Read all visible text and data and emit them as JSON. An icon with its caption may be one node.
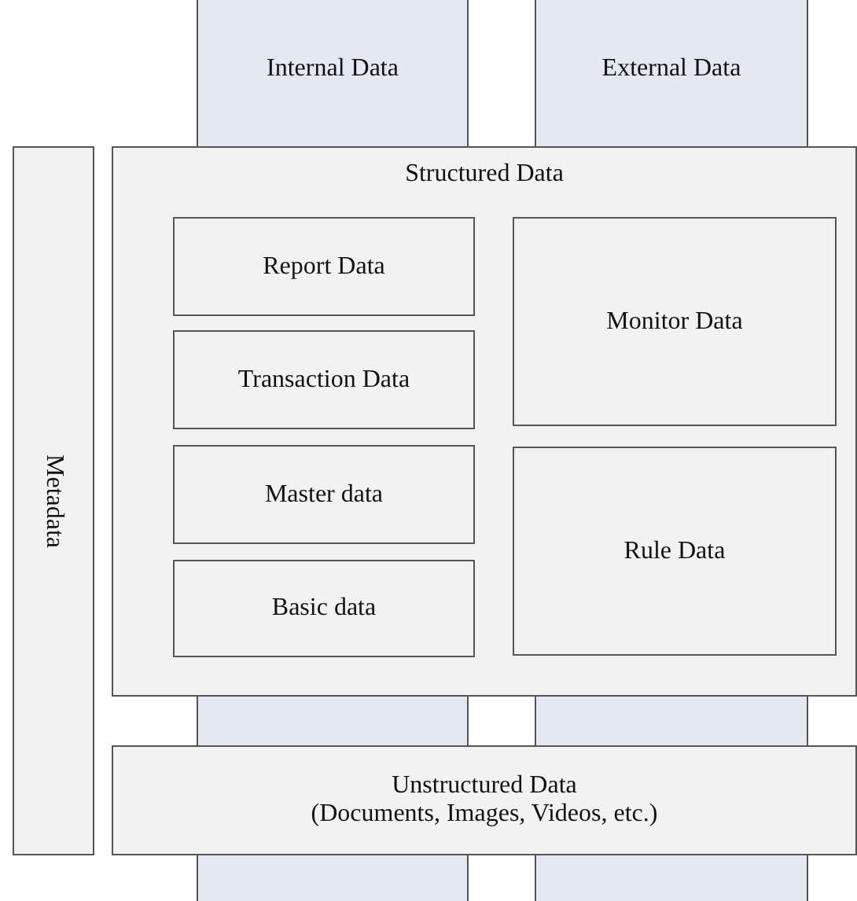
{
  "diagram": {
    "nodes": [
      {
        "text": [
          "Internal Data"
        ]
      },
      {
        "text": [
          "External Data"
        ]
      },
      {
        "text": [
          "Metadata"
        ]
      },
      {
        "text": [
          "Structured Data"
        ]
      },
      {
        "text": [
          "Report Data"
        ],
        "in": 3
      },
      {
        "text": [
          "Transaction Data"
        ],
        "in": 3
      },
      {
        "text": [
          "Master data"
        ],
        "in": 3
      },
      {
        "text": [
          "Basic data"
        ],
        "in": 3
      },
      {
        "text": [
          "Monitor Data"
        ],
        "in": 3
      },
      {
        "text": [
          "Rule Data"
        ],
        "in": 3
      },
      {
        "text": [],
        "shape": "bar"
      },
      {
        "text": [],
        "shape": "bar"
      },
      {
        "text": [
          "Unstructured Data",
          "(Documents, Images, Videos, etc.)"
        ]
      },
      {
        "text": [],
        "shape": "bar"
      },
      {
        "text": [],
        "shape": "bar"
      }
    ]
  }
}
